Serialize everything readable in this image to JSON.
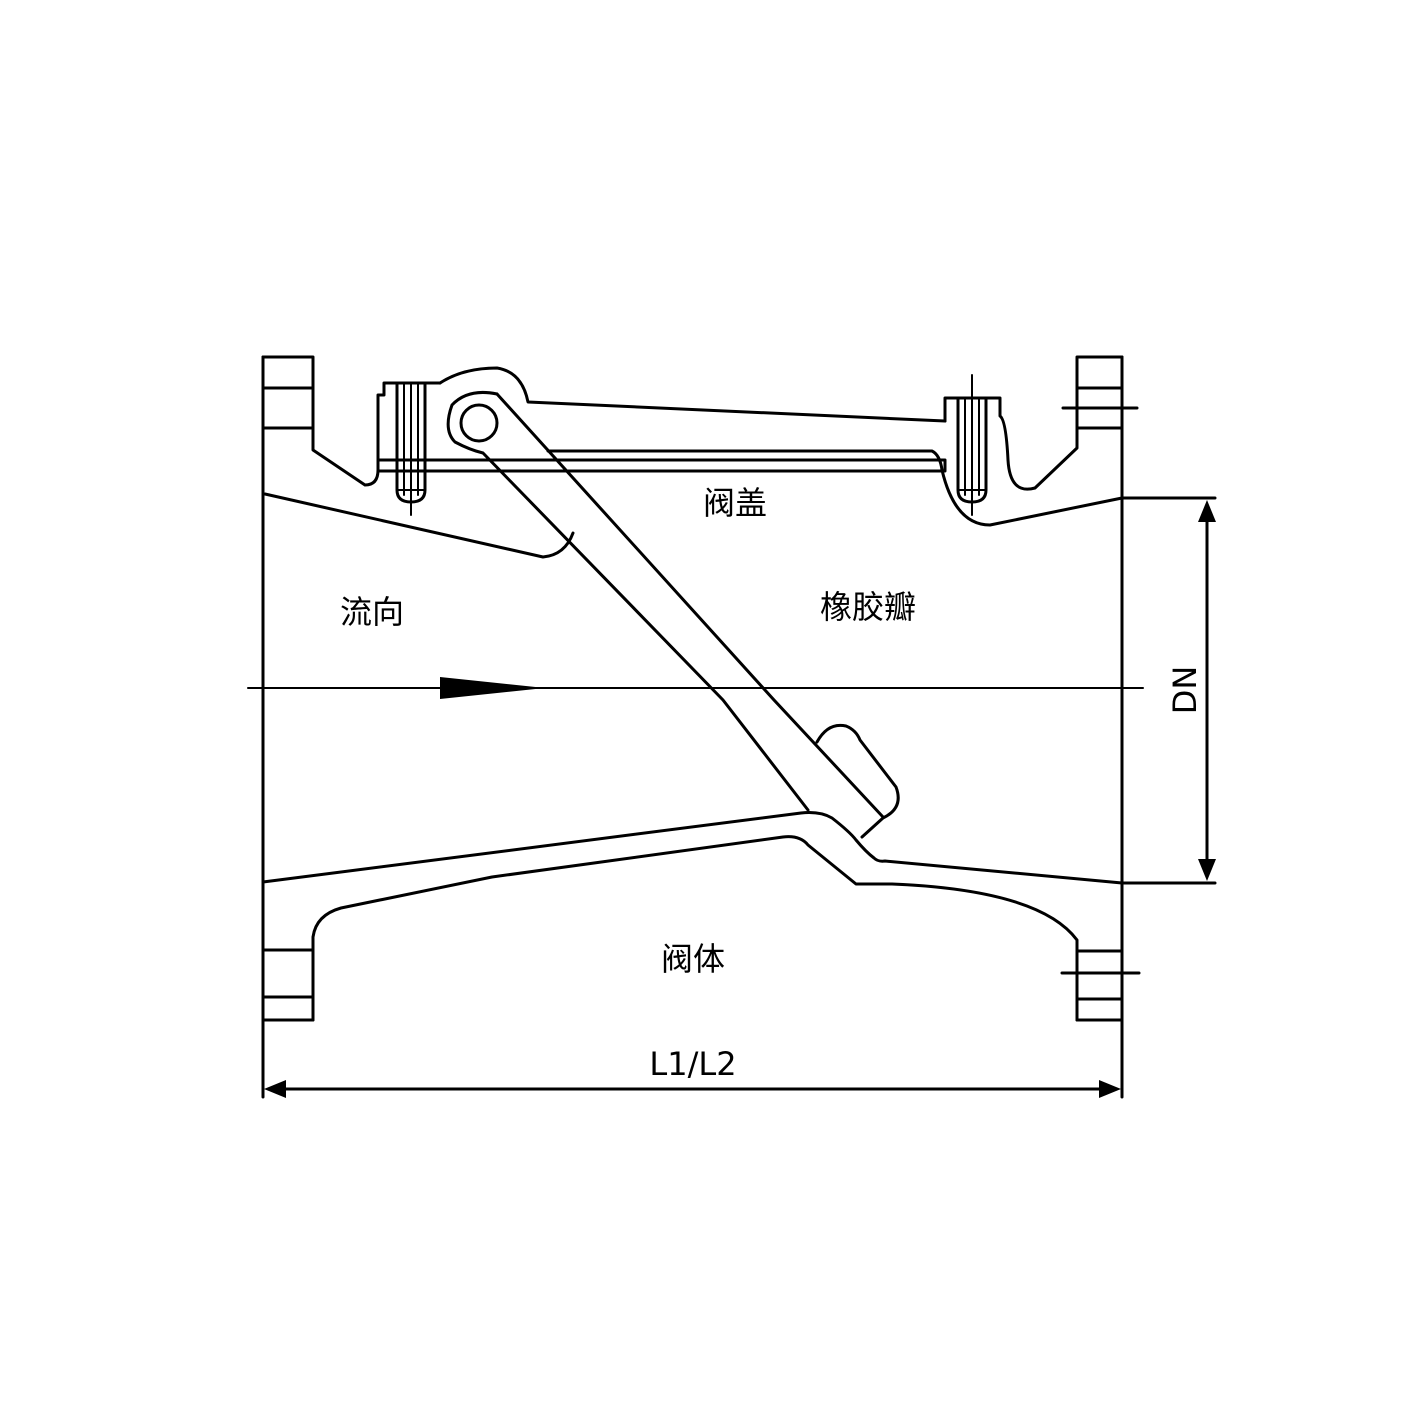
{
  "title": "Rubber flap swing check valve cross-section",
  "labels": {
    "bonnet": "阀盖",
    "flow_direction": "流向",
    "rubber_disc": "橡胶瓣",
    "body": "阀体",
    "length_dim": "L1/L2",
    "diameter_dim": "DN"
  },
  "colors": {
    "line": "#000000",
    "background": "#ffffff"
  }
}
